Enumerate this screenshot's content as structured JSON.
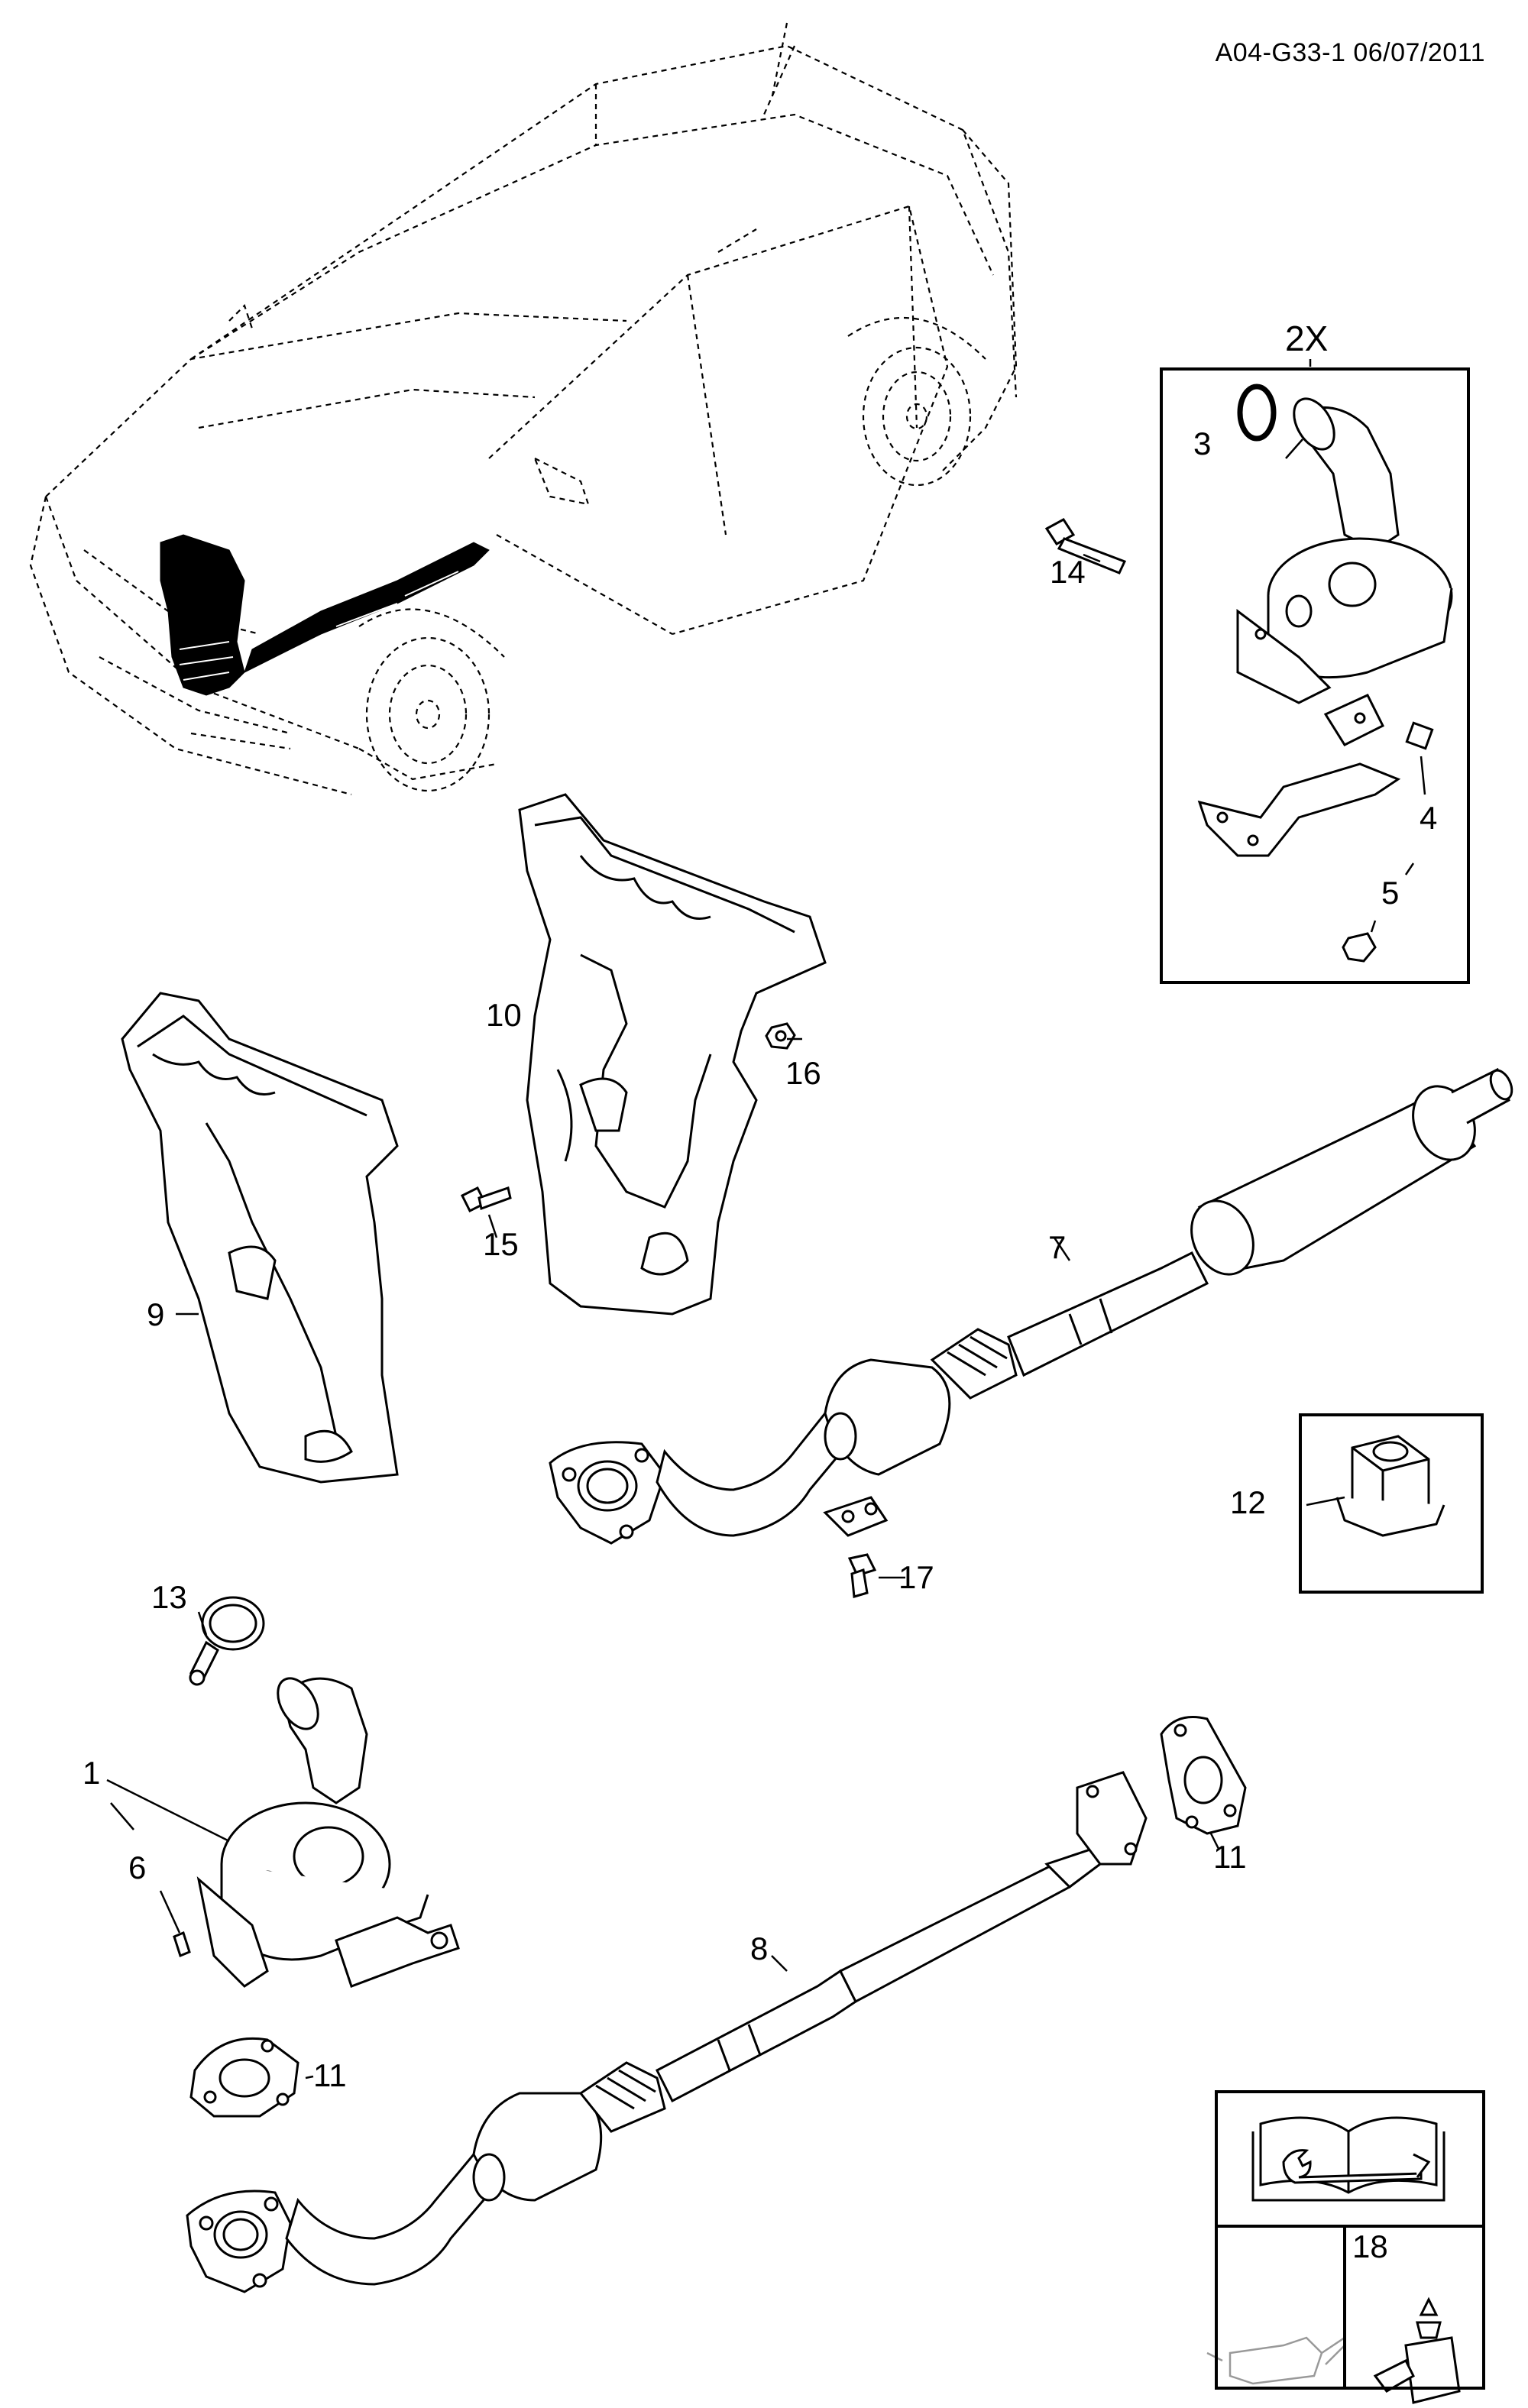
{
  "diagram": {
    "reference_code": "A04-G33-1 06/07/2011",
    "box_2x": {
      "label": "2X"
    },
    "callouts": {
      "c1": "1",
      "c3": "3",
      "c4": "4",
      "c5": "5",
      "c6": "6",
      "c7": "7",
      "c8": "8",
      "c9": "9",
      "c10": "10",
      "c11a": "11",
      "c11b": "11",
      "c12": "12",
      "c13": "13",
      "c14": "14",
      "c15": "15",
      "c16": "16",
      "c17": "17",
      "c18": "18"
    },
    "icons": [
      "car-outline-icon",
      "manifold-converter-icon",
      "gasket-ring-icon",
      "bolt-icon",
      "nut-icon",
      "bracket-icon",
      "heat-shield-icon",
      "exhaust-pipe-icon",
      "flange-gasket-icon",
      "clamp-icon",
      "workshop-manual-icon",
      "oil-can-icon",
      "sealant-bottle-icon"
    ]
  }
}
